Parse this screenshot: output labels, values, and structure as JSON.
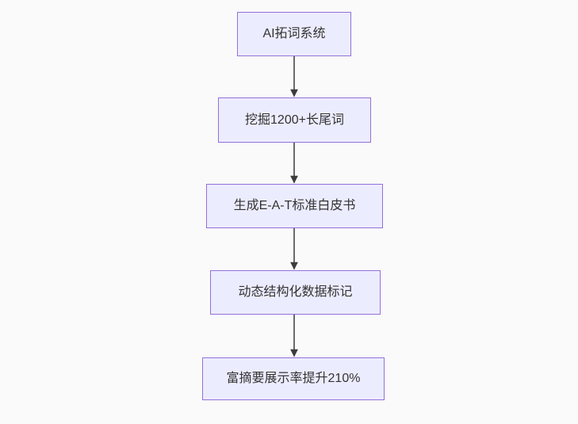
{
  "flowchart": {
    "type": "flowchart-vertical",
    "nodes": [
      {
        "id": "n1",
        "label": "AI拓词系统"
      },
      {
        "id": "n2",
        "label": "挖掘1200+长尾词"
      },
      {
        "id": "n3",
        "label": "生成E-A-T标准白皮书"
      },
      {
        "id": "n4",
        "label": "动态结构化数据标记"
      },
      {
        "id": "n5",
        "label": "富摘要展示率提升210%"
      }
    ],
    "edges": [
      {
        "from": "n1",
        "to": "n2"
      },
      {
        "from": "n2",
        "to": "n3"
      },
      {
        "from": "n3",
        "to": "n4"
      },
      {
        "from": "n4",
        "to": "n5"
      }
    ],
    "colors": {
      "background": "#fafafa",
      "node_fill": "#ECECFF",
      "node_border": "#9370DB",
      "arrow": "#3b3b3b",
      "text": "#333333"
    }
  }
}
